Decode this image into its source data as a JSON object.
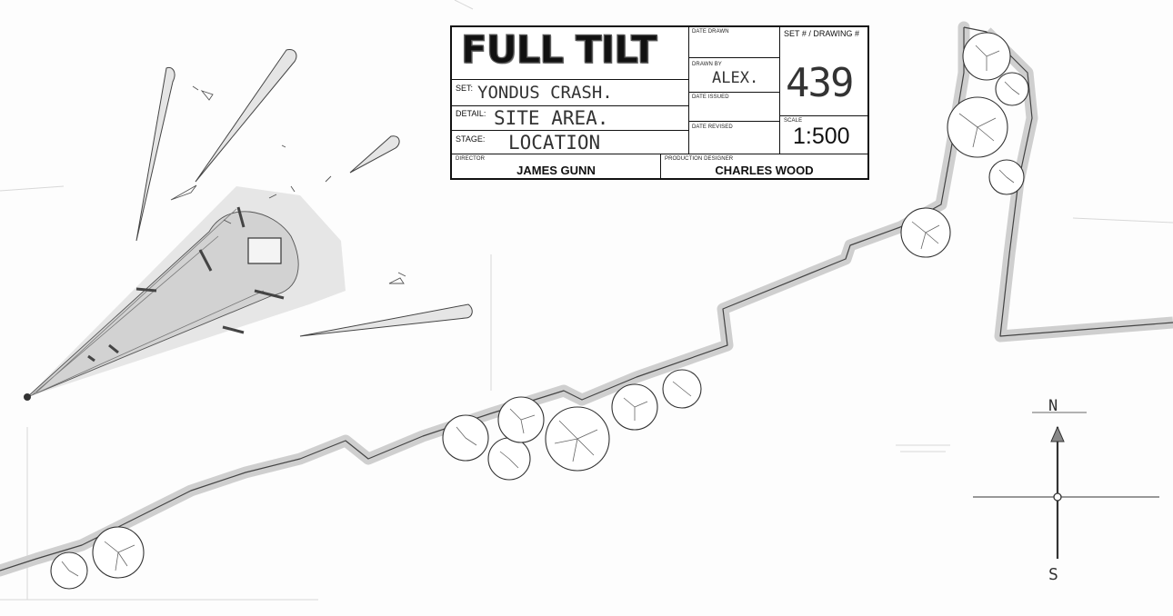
{
  "title_block": {
    "logo": "FULL TILT",
    "set_label": "SET:",
    "set_value": "YONDUS CRASH.",
    "detail_label": "DETAIL:",
    "detail_value": "SITE AREA.",
    "stage_label": "STAGE:",
    "stage_value": "LOCATION",
    "date_drawn_label": "DATE DRAWN",
    "drawn_by_label": "DRAWN BY",
    "drawn_by_value": "ALEX.",
    "date_issued_label": "DATE ISSUED",
    "date_revised_label": "DATE REVISED",
    "set_drawing_label": "SET # / DRAWING #",
    "drawing_number": "439",
    "scale_label": "SCALE",
    "scale_value": "1:500",
    "director_label": "DIRECTOR",
    "director_value": "JAMES GUNN",
    "production_designer_label": "PRODUCTION DESIGNER",
    "production_designer_value": "CHARLES WOOD"
  },
  "compass": {
    "north": "N",
    "south": "S"
  }
}
